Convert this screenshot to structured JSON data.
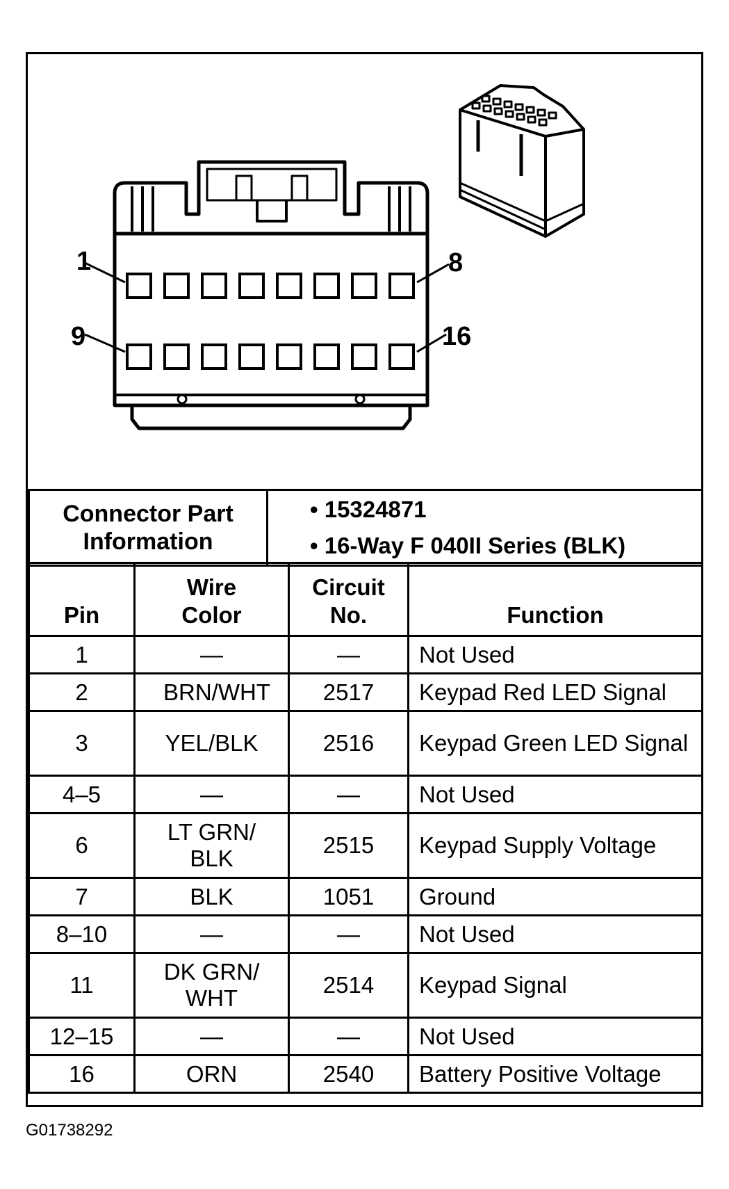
{
  "diagram": {
    "pin_callouts": [
      "1",
      "8",
      "9",
      "16"
    ]
  },
  "connector_info": {
    "label_line1": "Connector Part",
    "label_line2": "Information",
    "bullets": [
      "• 15324871",
      "• 16-Way F 040II Series (BLK)"
    ]
  },
  "pin_table": {
    "headers": {
      "pin": "Pin",
      "wire_line1": "Wire",
      "wire_line2": "Color",
      "circuit_line1": "Circuit",
      "circuit_line2": "No.",
      "function": "Function"
    },
    "rows": [
      {
        "pin": "1",
        "wire": "—",
        "circuit": "—",
        "function": "Not Used"
      },
      {
        "pin": "2",
        "wire": "BRN/WHT",
        "circuit": "2517",
        "function": "Keypad Red LED Signal"
      },
      {
        "pin": "3",
        "wire": "YEL/BLK",
        "circuit": "2516",
        "function": "Keypad Green LED Signal"
      },
      {
        "pin": "4–5",
        "wire": "—",
        "circuit": "—",
        "function": "Not Used"
      },
      {
        "pin": "6",
        "wire": "LT GRN/ BLK",
        "circuit": "2515",
        "function": "Keypad Supply Voltage"
      },
      {
        "pin": "7",
        "wire": "BLK",
        "circuit": "1051",
        "function": "Ground"
      },
      {
        "pin": "8–10",
        "wire": "—",
        "circuit": "—",
        "function": "Not Used"
      },
      {
        "pin": "11",
        "wire": "DK GRN/ WHT",
        "circuit": "2514",
        "function": "Keypad Signal"
      },
      {
        "pin": "12–15",
        "wire": "—",
        "circuit": "—",
        "function": "Not Used"
      },
      {
        "pin": "16",
        "wire": "ORN",
        "circuit": "2540",
        "function": "Battery Positive Voltage"
      }
    ]
  },
  "figure_id": "G01738292"
}
